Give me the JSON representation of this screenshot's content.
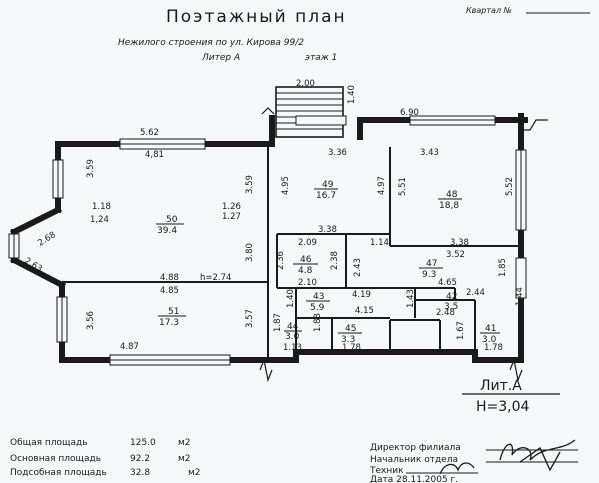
{
  "header": {
    "title": "Поэтажный план",
    "kvartal_label": "Квартал №",
    "subtitle": "Нежилого строения по ул. Кирова 99/2",
    "liter_label": "Литер А",
    "floor_label": "этаж 1"
  },
  "dimensions": {
    "stair_w": "2.00",
    "stair_h": "1.40",
    "top_right": "6.90",
    "top_left": "5.62",
    "d481": "4,81",
    "d336": "3.36",
    "d343": "3.43",
    "d359a": "3.59",
    "d359b": "3.59",
    "d495": "4.95",
    "d497": "4.97",
    "d551": "5.51",
    "d552": "5.52",
    "d118": "1.18",
    "d124": "1,24",
    "d126": "1.26",
    "d127": "1.27",
    "d268": "2.68",
    "d263": "2.63",
    "d338a": "3.38",
    "d209": "2.09",
    "d114": "1.14",
    "d338b": "3.38",
    "d352": "3.52",
    "d380": "3.80",
    "d236": "2.36",
    "d238": "2.38",
    "d243": "2.43",
    "d185": "1.85",
    "d488": "4.88",
    "d210": "2.10",
    "d465": "4.65",
    "d485": "4.85",
    "d419": "4.19",
    "d143": "1.43",
    "d244": "2.44",
    "d140": "1.40",
    "d248": "2.48",
    "d356": "3.56",
    "d357": "3.57",
    "d187": "1.87",
    "d188": "1.88",
    "d415": "4.15",
    "d167": "1.67",
    "d144": "1.44",
    "d487": "4.87",
    "d113": "1.13",
    "d178a": "1.78",
    "d178b": "1.78"
  },
  "rooms": [
    {
      "num": "49",
      "area": "16.7"
    },
    {
      "num": "48",
      "area": "18,8"
    },
    {
      "num": "50",
      "area": "39.4"
    },
    {
      "num": "46",
      "area": "4.8"
    },
    {
      "num": "47",
      "area": "9.3"
    },
    {
      "num": "43",
      "area": "5.9"
    },
    {
      "num": "42",
      "area": "3.5"
    },
    {
      "num": "51",
      "area": "17.3"
    },
    {
      "num": "44",
      "area": "3.0"
    },
    {
      "num": "45",
      "area": "3.3"
    },
    {
      "num": "41",
      "area": "3.0"
    }
  ],
  "height_note": "h=2.74",
  "stamp": {
    "line1": "Лит.А",
    "line2": "Н=3,04"
  },
  "areas": [
    {
      "label": "Общая площадь",
      "value": "125.0",
      "unit": "м2"
    },
    {
      "label": "Основная площадь",
      "value": "92.2",
      "unit": "м2"
    },
    {
      "label": "Подсобная площадь",
      "value": "32.8",
      "unit": "м2"
    }
  ],
  "signatures": [
    {
      "label": "Директор филиала"
    },
    {
      "label": "Начальник отдела"
    },
    {
      "label": "Техник"
    }
  ],
  "date": "Дата 28.11.2005 г."
}
